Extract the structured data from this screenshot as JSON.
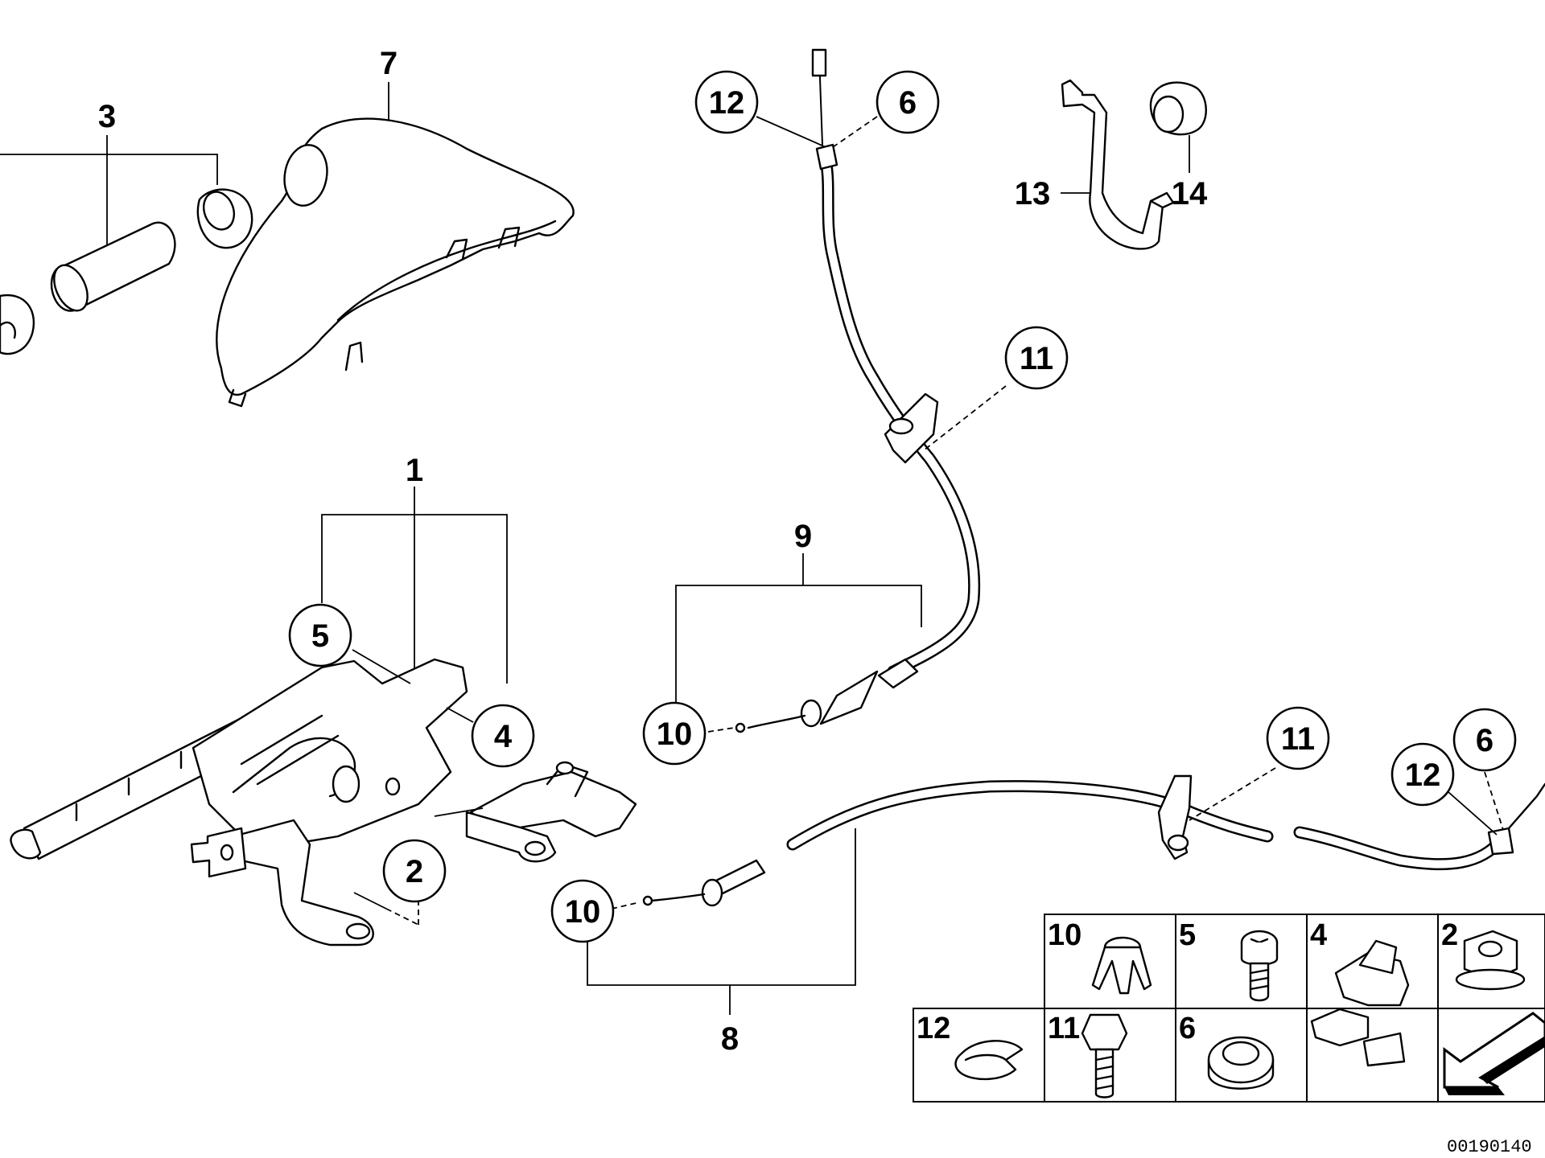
{
  "diagram": {
    "document_number": "00190140"
  },
  "labels": {
    "part_1": "1",
    "part_3": "3",
    "part_7": "7",
    "part_9": "9",
    "part_8": "8",
    "part_13": "13",
    "part_14": "14"
  },
  "callouts": {
    "c12_top": "12",
    "c6_top": "6",
    "c11_top": "11",
    "c10_upper": "10",
    "c5": "5",
    "c4": "4",
    "c2": "2",
    "c10_lower": "10",
    "c11_right": "11",
    "c12_right": "12",
    "c6_right": "6"
  },
  "legend": {
    "cells": [
      "10",
      "5",
      "4",
      "2",
      "12",
      "11",
      "6"
    ]
  }
}
